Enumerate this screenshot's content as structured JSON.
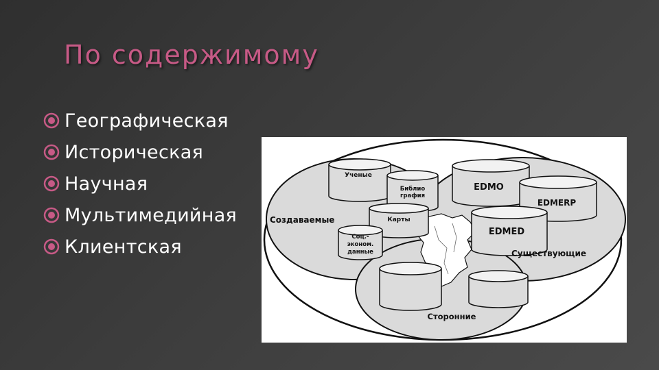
{
  "title": "По содержимому",
  "bullets": [
    "Географическая",
    "Историческая",
    "Научная",
    "Мультимедийная",
    "Клиентская"
  ],
  "diagram": {
    "regions": {
      "created": "Создаваемые",
      "existing": "Существующие",
      "third_party": "Сторонние"
    },
    "databases": {
      "scientists": "Ученые",
      "bibliography_1": "Библио",
      "bibliography_2": "графия",
      "maps": "Карты",
      "socio_1": "Соц.-",
      "socio_2": "эконом.",
      "socio_3": "данные",
      "edmo": "EDMO",
      "edmerp": "EDMERP",
      "edmed": "EDMED"
    }
  },
  "colors": {
    "title": "#c75a86",
    "bullet_icon": "#c75a86",
    "text": "#ffffff"
  }
}
